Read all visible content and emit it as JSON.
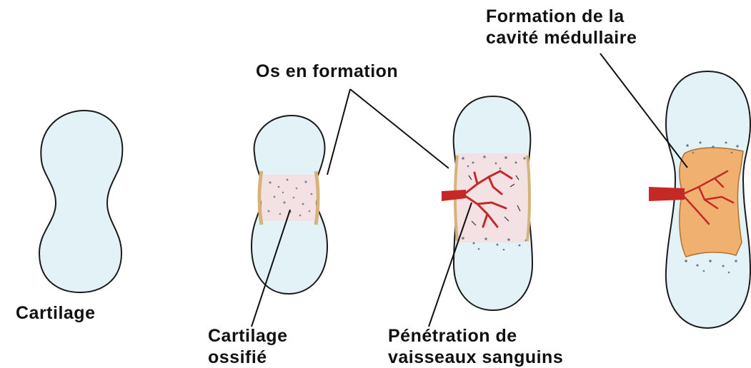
{
  "diagram": {
    "labels": {
      "cartilage": "Cartilage",
      "ossified_line1": "Cartilage",
      "ossified_line2": "ossifié",
      "os_en_formation": "Os en formation",
      "vessels_line1": "Pénétration de",
      "vessels_line2": "vaisseaux sanguins",
      "medullary_line1": "Formation de la",
      "medullary_line2": "cavité médullaire"
    },
    "colors": {
      "cartilage_fill": "#e3f2f7",
      "ossified_fill": "#f4e1e4",
      "blood_vessel": "#c62828",
      "medullary_cavity": "#f0b070",
      "outline": "#1a1a1a",
      "periosteum_collar": "#d6b37a"
    }
  }
}
